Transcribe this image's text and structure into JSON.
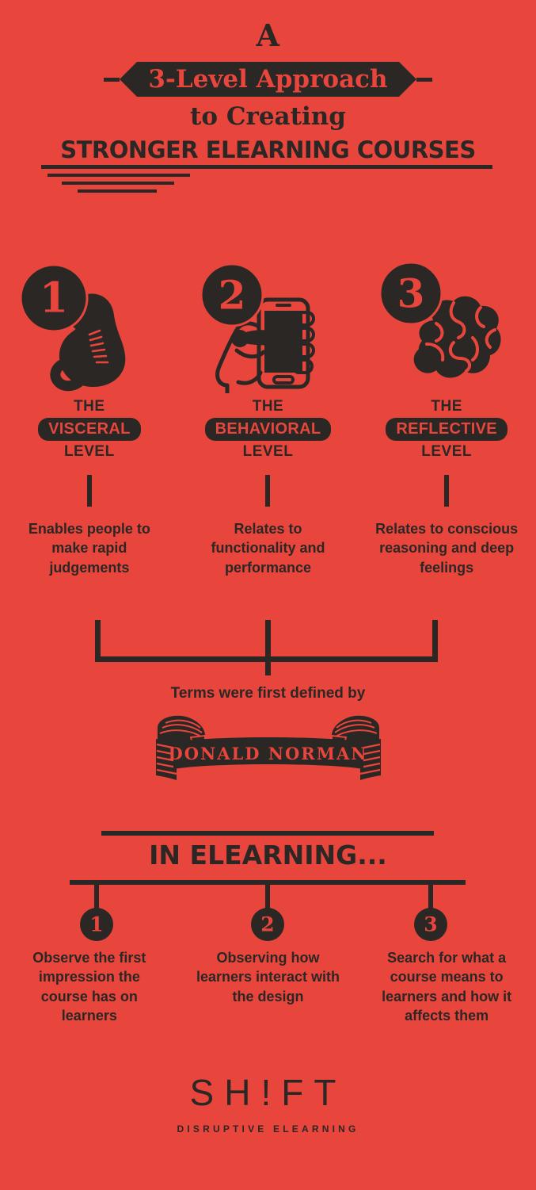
{
  "theme": {
    "background_color": "#E8463C",
    "ink_color": "#2B2725"
  },
  "header": {
    "line_a": "A",
    "banner_text": "3-Level Approach",
    "line_to_creating": "to Creating",
    "line_headline": "STRONGER ELEARNING COURSES"
  },
  "levels": [
    {
      "number": "1",
      "icon": "stomach-icon",
      "the_label": "THE",
      "name": "VISCERAL",
      "level_label": "LEVEL",
      "description": "Enables people to make rapid judgements"
    },
    {
      "number": "2",
      "icon": "hand-holding-phone-icon",
      "the_label": "THE",
      "name": "BEHAVIORAL",
      "level_label": "LEVEL",
      "description": "Relates to functionality and performance"
    },
    {
      "number": "3",
      "icon": "brain-icon",
      "the_label": "THE",
      "name": "REFLECTIVE",
      "level_label": "LEVEL",
      "description": "Relates to conscious reasoning and deep feelings"
    }
  ],
  "attribution": {
    "intro": "Terms were first defined by",
    "ribbon_name": "DONALD NORMAN"
  },
  "elearning": {
    "section_title": "IN ELEARNING...",
    "items": [
      {
        "number": "1",
        "description": "Observe the first impression the course has on learners"
      },
      {
        "number": "2",
        "description": "Observing how learners interact with the design"
      },
      {
        "number": "3",
        "description": "Search for what a course means to learners and how it affects them"
      }
    ]
  },
  "logo": {
    "mark_s": "S",
    "mark_h": "H",
    "mark_bang": "!",
    "mark_f": "F",
    "mark_t": "T",
    "tagline": "DISRUPTIVE ELEARNING"
  }
}
